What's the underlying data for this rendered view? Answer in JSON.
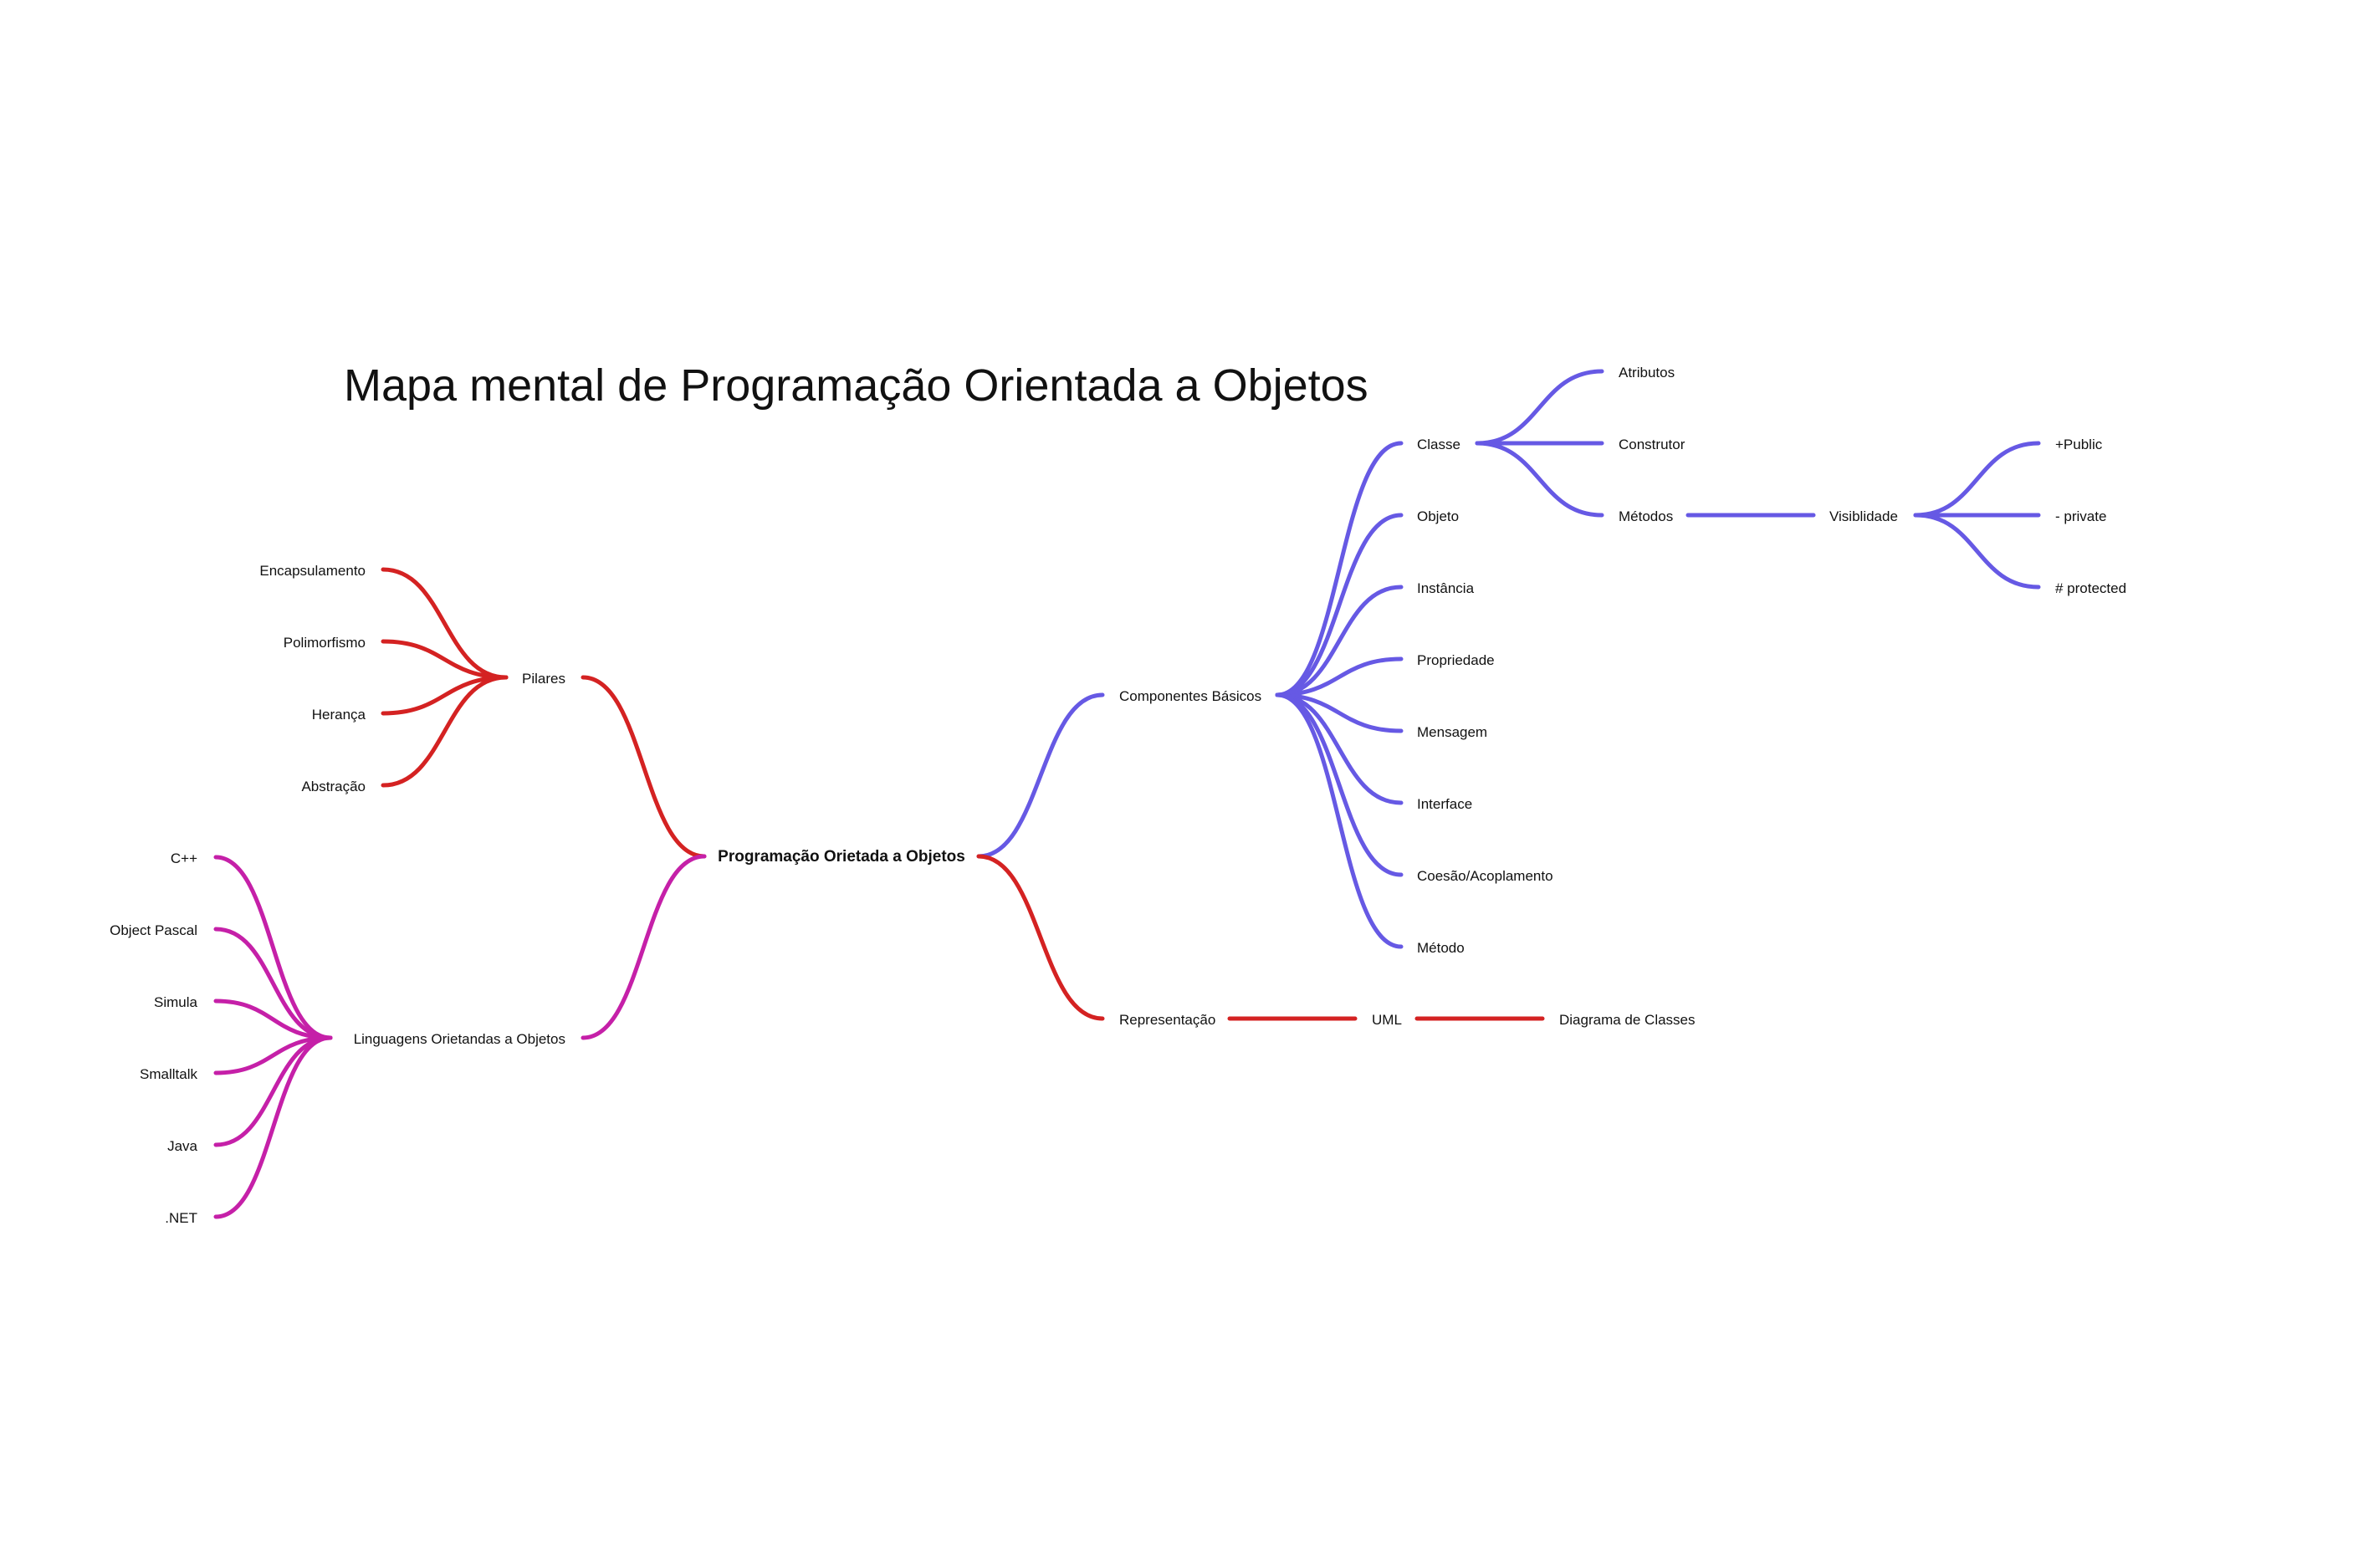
{
  "title": "Mapa mental de Programação Orientada a Objetos",
  "colors": {
    "red": "#d42222",
    "blue": "#6659e4",
    "magenta": "#c520a8",
    "text": "#111111"
  },
  "nodes": {
    "root": "Programação Orietada a Objetos",
    "pilares": "Pilares",
    "encapsulamento": "Encapsulamento",
    "polimorfismo": "Polimorfismo",
    "heranca": "Herança",
    "abstracao": "Abstração",
    "linguagens": "Linguagens Orietandas a Objetos",
    "cpp": "C++",
    "object_pascal": "Object Pascal",
    "simula": "Simula",
    "smalltalk": "Smalltalk",
    "java": "Java",
    "dotnet": ".NET",
    "componentes": "Componentes Básicos",
    "classe": "Classe",
    "objeto": "Objeto",
    "instancia": "Instância",
    "propriedade": "Propriedade",
    "mensagem": "Mensagem",
    "interface": "Interface",
    "coesao": "Coesão/Acoplamento",
    "metodo": "Método",
    "atributos": "Atributos",
    "construtor": "Construtor",
    "metodos": "Métodos",
    "visibilidade": "Visiblidade",
    "public": "+Public",
    "private": "- private",
    "protected": "# protected",
    "representacao": "Representação",
    "uml": "UML",
    "diagrama": "Diagrama de Classes"
  },
  "edges": [
    {
      "from": "root",
      "to": "pilares",
      "color": "red"
    },
    {
      "from": "root",
      "to": "linguagens",
      "color": "magenta"
    },
    {
      "from": "root",
      "to": "componentes",
      "color": "blue"
    },
    {
      "from": "root",
      "to": "representacao",
      "color": "red"
    },
    {
      "from": "pilares",
      "to": "encapsulamento",
      "color": "red"
    },
    {
      "from": "pilares",
      "to": "polimorfismo",
      "color": "red"
    },
    {
      "from": "pilares",
      "to": "heranca",
      "color": "red"
    },
    {
      "from": "pilares",
      "to": "abstracao",
      "color": "red"
    },
    {
      "from": "linguagens",
      "to": "cpp",
      "color": "magenta"
    },
    {
      "from": "linguagens",
      "to": "object_pascal",
      "color": "magenta"
    },
    {
      "from": "linguagens",
      "to": "simula",
      "color": "magenta"
    },
    {
      "from": "linguagens",
      "to": "smalltalk",
      "color": "magenta"
    },
    {
      "from": "linguagens",
      "to": "java",
      "color": "magenta"
    },
    {
      "from": "linguagens",
      "to": "dotnet",
      "color": "magenta"
    },
    {
      "from": "componentes",
      "to": "classe",
      "color": "blue"
    },
    {
      "from": "componentes",
      "to": "objeto",
      "color": "blue"
    },
    {
      "from": "componentes",
      "to": "instancia",
      "color": "blue"
    },
    {
      "from": "componentes",
      "to": "propriedade",
      "color": "blue"
    },
    {
      "from": "componentes",
      "to": "mensagem",
      "color": "blue"
    },
    {
      "from": "componentes",
      "to": "interface",
      "color": "blue"
    },
    {
      "from": "componentes",
      "to": "coesao",
      "color": "blue"
    },
    {
      "from": "componentes",
      "to": "metodo",
      "color": "blue"
    },
    {
      "from": "classe",
      "to": "atributos",
      "color": "blue"
    },
    {
      "from": "classe",
      "to": "construtor",
      "color": "blue"
    },
    {
      "from": "classe",
      "to": "metodos",
      "color": "blue"
    },
    {
      "from": "metodos",
      "to": "visibilidade",
      "color": "blue"
    },
    {
      "from": "visibilidade",
      "to": "public",
      "color": "blue"
    },
    {
      "from": "visibilidade",
      "to": "private",
      "color": "blue"
    },
    {
      "from": "visibilidade",
      "to": "protected",
      "color": "blue"
    },
    {
      "from": "representacao",
      "to": "uml",
      "color": "red"
    },
    {
      "from": "uml",
      "to": "diagrama",
      "color": "red"
    }
  ]
}
